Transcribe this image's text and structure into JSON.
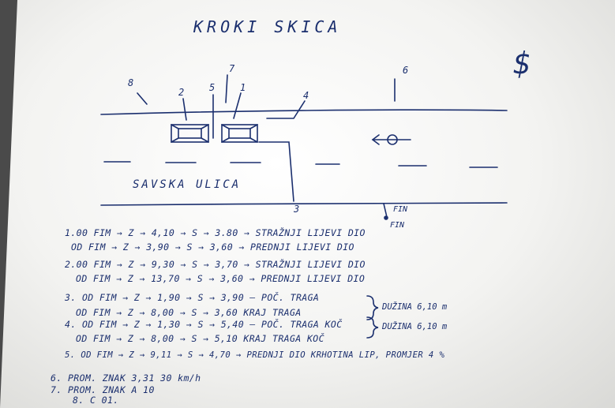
{
  "sketch": {
    "title": "KROKI SKICA",
    "street_name": "SAVSKA ULICA",
    "corner_symbol": "$",
    "markers": [
      {
        "id": "m8",
        "label": "8"
      },
      {
        "id": "m2",
        "label": "2"
      },
      {
        "id": "m5",
        "label": "5"
      },
      {
        "id": "m7",
        "label": "7"
      },
      {
        "id": "m1",
        "label": "1"
      },
      {
        "id": "m4",
        "label": "4"
      },
      {
        "id": "m6",
        "label": "6"
      },
      {
        "id": "m3",
        "label": "3"
      }
    ],
    "fin_labels": [
      "FIN",
      "FIN"
    ]
  },
  "notes": {
    "lines": [
      "1.00 FIM → Z → 4,10 → S → 3.80 → STRAŽNJI LIJEVI DIO",
      "OD FIM → Z → 3,90 → S → 3,60 → PREDNJI LIJEVI DIO",
      "2.00 FIM → Z → 9,30 → S → 3,70 → STRAŽNJI LIJEVI DIO",
      "OD FIM → Z → 13,70 → S → 3,60 → PREDNJI LIJEVI DIO",
      "3. OD FIM → Z → 1,90 → S → 3,90 – POČ. TRAGA",
      "OD FIM → Z → 8,00 → S → 3,60 KRAJ TRAGA",
      "4. OD FIM → Z → 1,30 → S → 5,40 – POČ. TRAGA KOČ",
      "OD FIM → Z → 8,00 → S → 5,10 KRAJ TRAGA KOČ",
      "5. OD FIM → Z → 9,11 → S → 4,70 → PREDNJI DIO KRHOTINA LIP, PROMJER 4 %",
      "6. PROM. ZNAK 3,31 30 km/h",
      "7. PROM. ZNAK A 10",
      "8. C 01."
    ],
    "brace_notes": [
      "DUŽINA 6,10 m",
      "DUŽINA 6,10 m"
    ]
  }
}
